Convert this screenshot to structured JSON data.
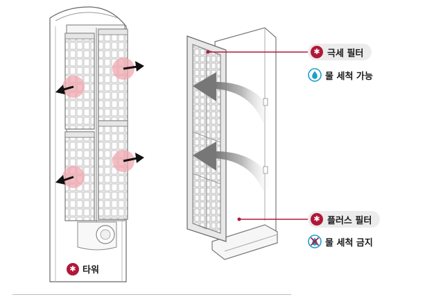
{
  "labels": {
    "ultra_fine_filter": "극세 필터",
    "water_wash_ok": "물 세척 가능",
    "plus_filter": "플러스 필터",
    "no_water_wash": "물 세척 금지",
    "tower": "타워"
  },
  "icons": {
    "star_badge": "star-icon",
    "water_drop": "water-drop-icon",
    "no_water": "no-water-icon"
  },
  "colors": {
    "accent": "#b01838",
    "water_blue": "#1aa0c8",
    "highlight": "#f2a8b0",
    "arrow_gray": "#8e8e8e"
  }
}
